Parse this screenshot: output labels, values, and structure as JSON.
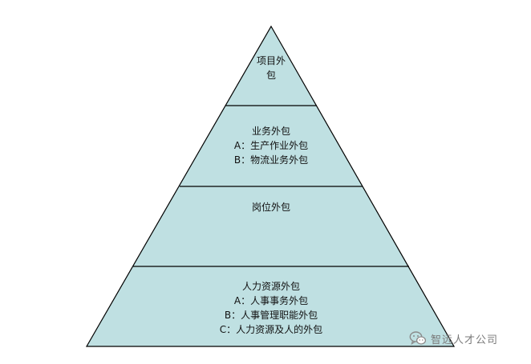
{
  "diagram": {
    "tiers": [
      {
        "lines": [
          "项目外",
          "包"
        ]
      },
      {
        "lines": [
          "业务外包",
          "A：生产作业外包",
          "B：物流业务外包"
        ]
      },
      {
        "lines": [
          "岗位外包"
        ]
      },
      {
        "lines": [
          "人力资源外包",
          "A：人事事务外包",
          "B：人事管理职能外包",
          "C：人力资源及人的外包"
        ]
      }
    ],
    "fill_color": "#bfe0e2",
    "stroke_color": "#000000"
  },
  "watermark": {
    "text": "智远人才公司",
    "icon": "wechat-icon"
  }
}
